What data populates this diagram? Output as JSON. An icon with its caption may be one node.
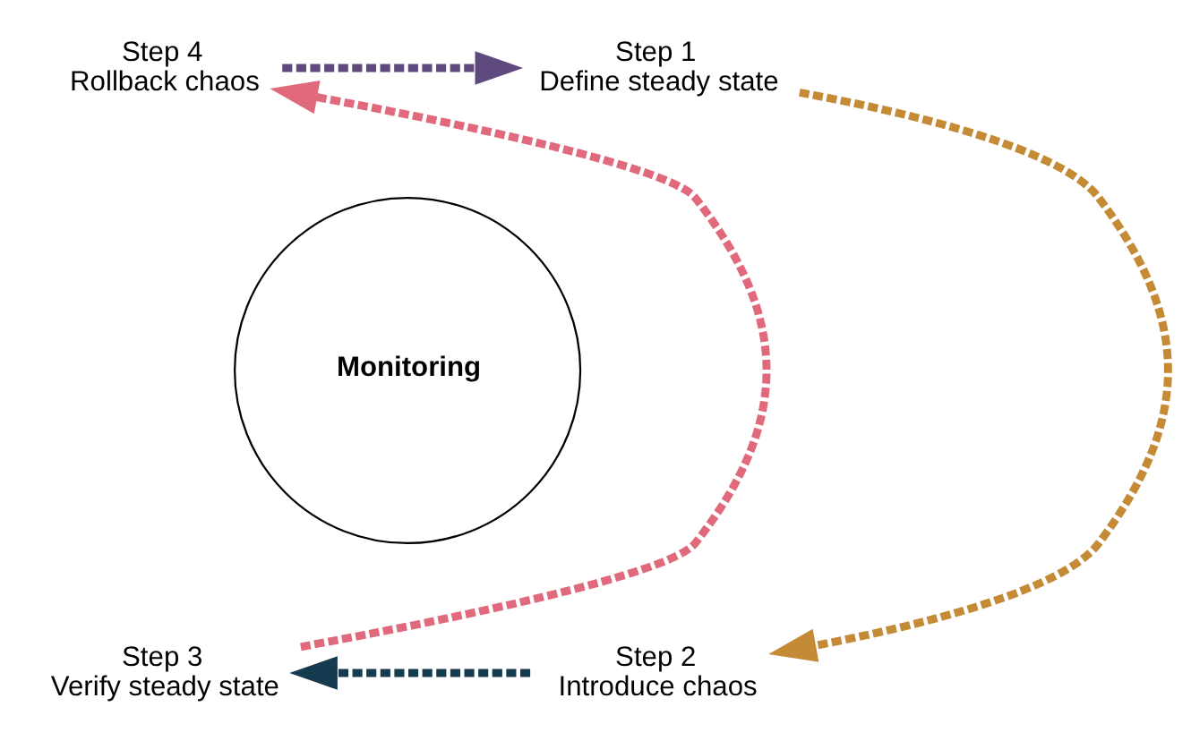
{
  "diagram": {
    "nodes": [
      {
        "text": [
          "Step 4",
          "Rollback chaos"
        ]
      },
      {
        "text": [
          "Step 1",
          "Define steady state"
        ]
      },
      {
        "text": [
          "Monitoring"
        ]
      },
      {
        "text": [
          "Step 3",
          "Verify steady state"
        ]
      },
      {
        "text": [
          "Step 2",
          "Introduce chaos"
        ]
      }
    ],
    "edges": [
      {
        "from": 1,
        "to": 4,
        "arrow": "to",
        "style": "dashed",
        "color": "#c48a35"
      },
      {
        "from": 4,
        "to": 3,
        "arrow": "to",
        "style": "dashed",
        "color": "#163a4f"
      },
      {
        "from": 3,
        "to": 0,
        "arrow": "to",
        "style": "dashed",
        "color": "#e0697c"
      },
      {
        "from": 0,
        "to": 1,
        "arrow": "to",
        "style": "dashed",
        "color": "#5e4a7e"
      }
    ]
  }
}
